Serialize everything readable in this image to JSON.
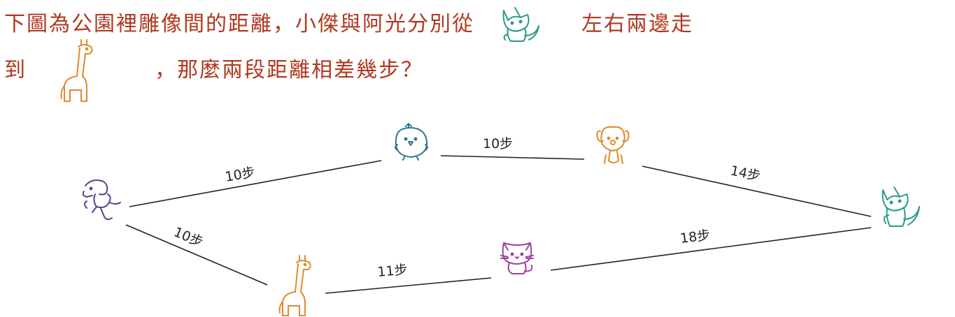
{
  "question": {
    "line1_a": "下圖為公園裡雕像間的距離，小傑與阿光分別從",
    "line1_b": "左右兩邊走",
    "line2_a": "到",
    "line2_b": "，那麼兩段距離相差幾步？"
  },
  "edges": [
    {
      "from": "horse",
      "to": "chick",
      "label": "10步"
    },
    {
      "from": "chick",
      "to": "dog",
      "label": "10步"
    },
    {
      "from": "dog",
      "to": "fox",
      "label": "14步"
    },
    {
      "from": "horse",
      "to": "giraffe",
      "label": "10步"
    },
    {
      "from": "giraffe",
      "to": "cat",
      "label": "11步"
    },
    {
      "from": "cat",
      "to": "fox",
      "label": "18步"
    }
  ],
  "nodes": [
    "horse",
    "chick",
    "dog",
    "fox",
    "giraffe",
    "cat"
  ],
  "colors": {
    "text": "#b0381f",
    "horse": "#4a4a8c",
    "chick": "#2c7a8a",
    "dog": "#e08a2c",
    "fox": "#2a9a8a",
    "giraffe": "#e08a2c",
    "cat": "#a040a0"
  }
}
